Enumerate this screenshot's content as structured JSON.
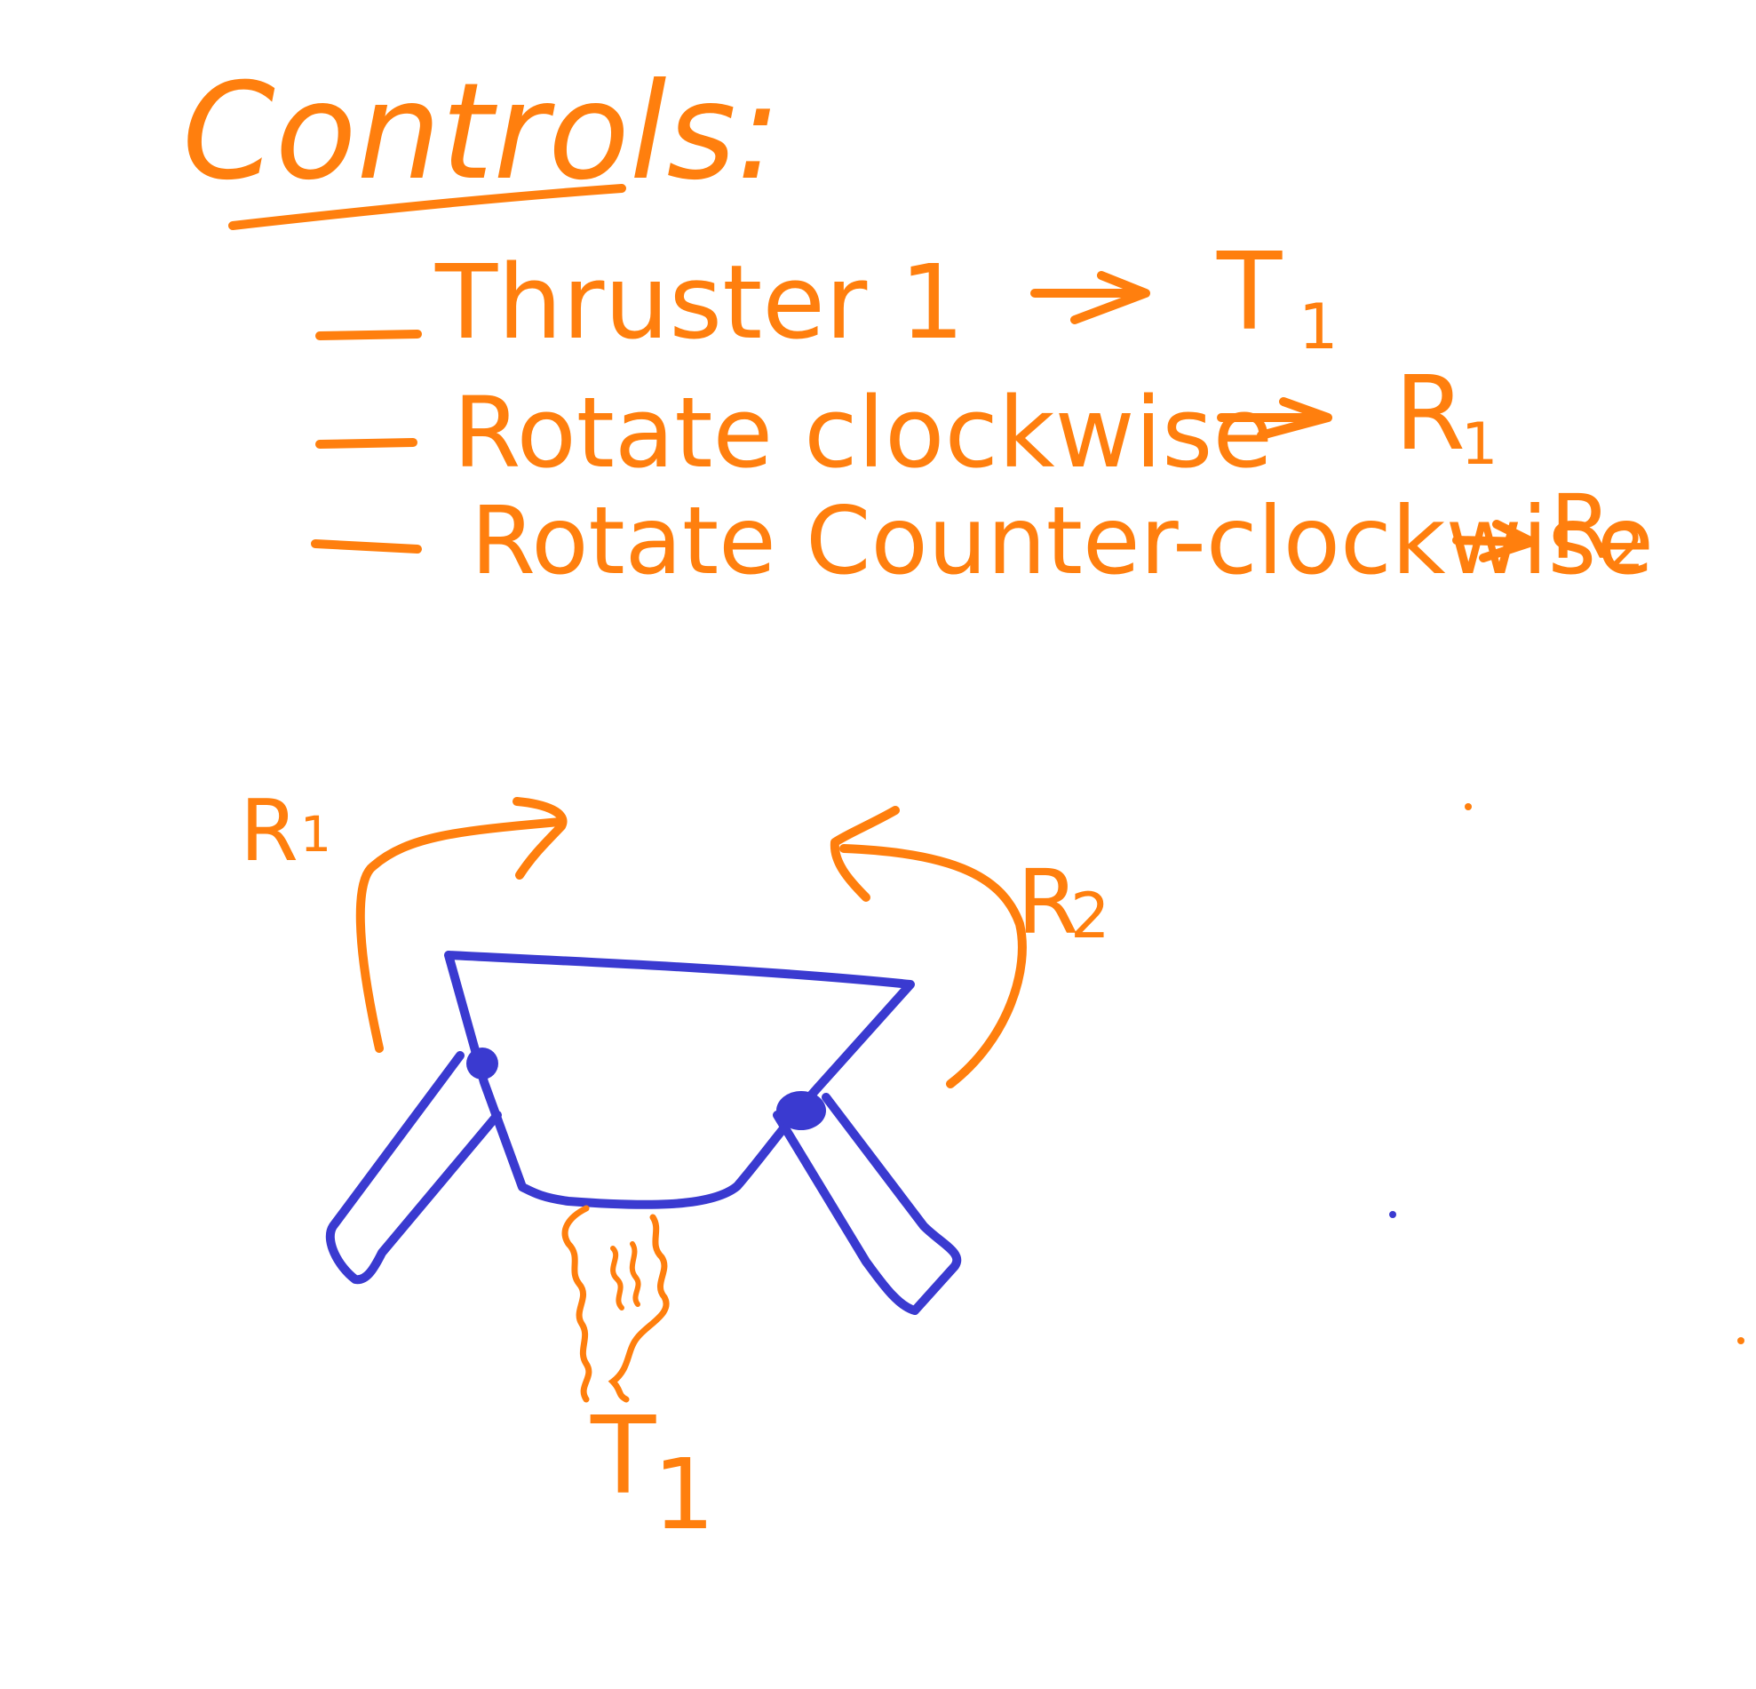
{
  "colors": {
    "ink_orange": "#ff7f0e",
    "ink_blue": "#3a3ad0",
    "background": "#ffffff"
  },
  "heading": "Controls:",
  "controls": [
    {
      "action": "Thruster 1",
      "key": "T1",
      "key_letter": "T",
      "key_sub": "1"
    },
    {
      "action": "Rotate clockwise",
      "key": "R1",
      "key_letter": "R",
      "key_sub": "1"
    },
    {
      "action": "Rotate Counter-clockwise",
      "key": "R2",
      "key_letter": "R",
      "key_sub": "2"
    }
  ],
  "diagram": {
    "label_clockwise": {
      "letter": "R",
      "sub": "1"
    },
    "label_counter": {
      "letter": "R",
      "sub": "2"
    },
    "label_thruster": {
      "letter": "T",
      "sub": "1"
    }
  }
}
